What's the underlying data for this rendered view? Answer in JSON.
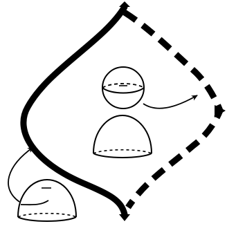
{
  "diagram": {
    "background": "#ffffff",
    "ink": "#000000",
    "shapes": [
      "solid-boundary-curve",
      "dashed-boundary-curve",
      "sphere-with-equator",
      "hemisphere-cap-upper",
      "hemisphere-cap-lower-left",
      "arrow-from-sphere-to-dashed-curve",
      "arrow-from-cap-to-solid-curve"
    ]
  }
}
